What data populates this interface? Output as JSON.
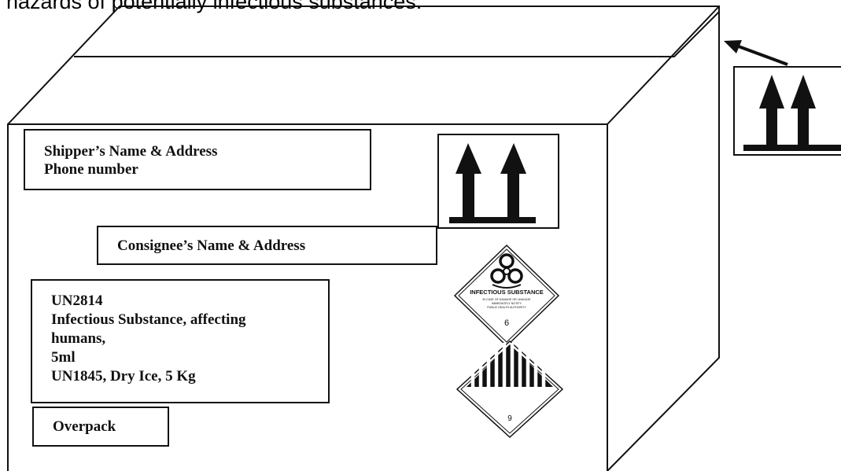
{
  "caption": "hazards of potentially infectious substances.",
  "labels": {
    "shipper": {
      "line1": "Shipper’s Name & Address",
      "line2": "Phone number"
    },
    "consignee": "Consignee’s Name & Address",
    "hazard": {
      "line1": "UN2814",
      "line2": "Infectious Substance, affecting",
      "line3": "humans,",
      "line4": "5ml",
      "line5": "UN1845, Dry Ice,  5 Kg"
    },
    "overpack": "Overpack"
  },
  "infectious_label": {
    "title": "INFECTIOUS SUBSTANCE",
    "sub1": "IN CASE OF DAMAGE OR LEAKAGE",
    "sub2": "IMMEDIATELY NOTIFY",
    "sub3": "PUBLIC HEALTH AUTHORITY",
    "class_number": "6"
  },
  "misc_label": {
    "class_number": "9"
  },
  "icons": [
    "orientation-arrows-icon",
    "biohazard-icon",
    "class-9-stripes-icon",
    "pointer-arrow-icon"
  ]
}
